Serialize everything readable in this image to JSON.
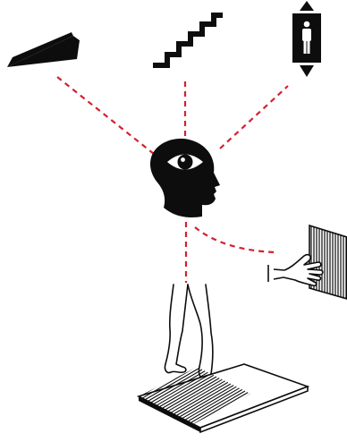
{
  "diagram": {
    "nodes": [
      {
        "id": "ramp",
        "icon": "ramp-icon"
      },
      {
        "id": "stairs",
        "icon": "stairs-icon"
      },
      {
        "id": "elevator",
        "icon": "elevator-icon"
      },
      {
        "id": "head",
        "icon": "head-with-eye-icon"
      },
      {
        "id": "hand",
        "icon": "hand-touching-textured-panel-icon"
      },
      {
        "id": "legs",
        "icon": "walking-legs-icon"
      },
      {
        "id": "floor",
        "icon": "textured-floor-tile-icon"
      }
    ],
    "connections": [
      {
        "from": "head",
        "to": "ramp"
      },
      {
        "from": "head",
        "to": "stairs"
      },
      {
        "from": "head",
        "to": "elevator"
      },
      {
        "from": "head",
        "to": "hand"
      },
      {
        "from": "head",
        "to": "legs"
      }
    ]
  },
  "colors": {
    "connector": "#d42030",
    "ink": "#0d0d0d",
    "background": "#ffffff"
  }
}
